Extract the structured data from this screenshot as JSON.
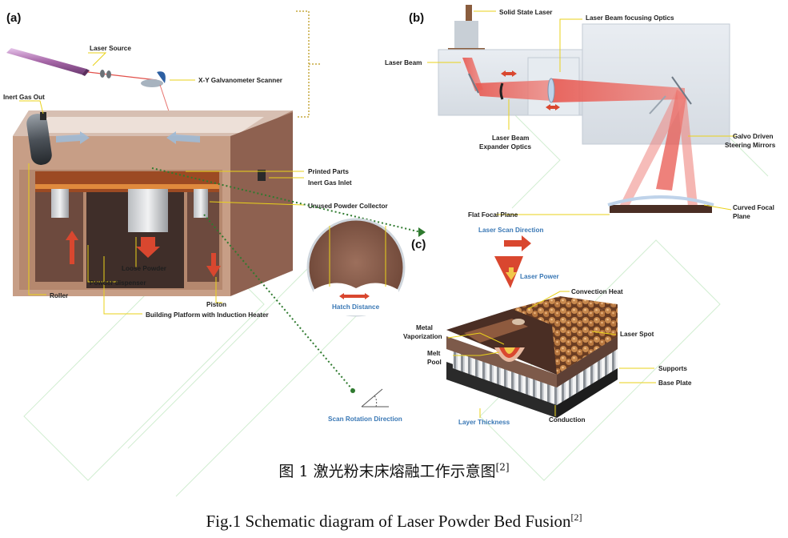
{
  "panels": {
    "a": "(a)",
    "b": "(b)",
    "c": "(c)"
  },
  "labels_a": {
    "laser_source": "Laser Source",
    "galvo_scanner": "X-Y Galvanometer Scanner",
    "inert_gas_out": "Inert Gas Out",
    "printed_parts": "Printed Parts",
    "inert_gas_inlet": "Inert Gas Inlet",
    "unused_powder_collector": "Unused Powder Collector",
    "loose_powder": "Loose Powder",
    "powder_dispenser": "Powder dispenser",
    "roller": "Roller",
    "piston": "Piston",
    "building_platform": "Building Platform with Induction Heater",
    "hatch_distance": "Hatch Distance",
    "scan_rotation_direction": "Scan Rotation Direction"
  },
  "labels_b": {
    "solid_state_laser": "Solid State Laser",
    "focusing_optics": "Laser Beam focusing Optics",
    "laser_beam": "Laser Beam",
    "expander_optics_1": "Laser Beam",
    "expander_optics_2": "Expander Optics",
    "galvo_mirrors_1": "Galvo Driven",
    "galvo_mirrors_2": "Steering Mirrors",
    "flat_focal_plane": "Flat Focal Plane",
    "curved_focal_1": "Curved Focal",
    "curved_focal_2": "Plane"
  },
  "labels_c": {
    "laser_scan_direction": "Laser Scan Direction",
    "laser_power": "Laser Power",
    "convection_heat": "Convection Heat",
    "metal_vap_1": "Metal",
    "metal_vap_2": "Vaporization",
    "laser_spot": "Laser Spot",
    "melt_pool_1": "Melt",
    "melt_pool_2": "Pool",
    "supports": "Supports",
    "base_plate": "Base Plate",
    "layer_thickness": "Layer Thickness",
    "conduction": "Conduction"
  },
  "caption": {
    "cn": "图 1 激光粉末床熔融工作示意图",
    "cn_ref": "[2]",
    "en": "Fig.1 Schematic diagram of Laser Powder Bed Fusion",
    "en_ref": "[2]"
  },
  "colors": {
    "laser_red": "#e2504a",
    "copper": "#b75a2a",
    "chamber_brown": "#c9a089",
    "dark_brown": "#7d5647",
    "leader_yellow": "#e9d21a",
    "dotted_green": "#2f7a2f",
    "text_blue": "#3a78b5"
  }
}
